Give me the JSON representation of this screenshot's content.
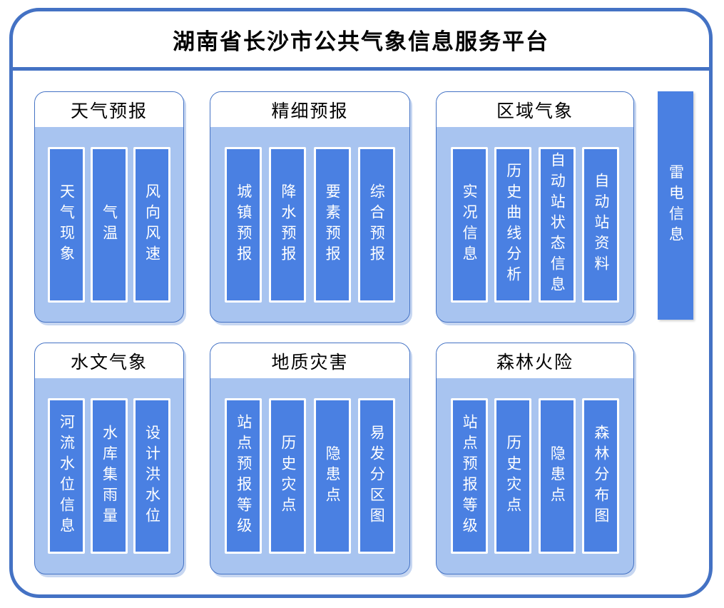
{
  "title": "湖南省长沙市公共气象信息服务平台",
  "panels": [
    {
      "header": "天气预报",
      "items": [
        "天气现象",
        "气温",
        "风向风速"
      ]
    },
    {
      "header": "精细预报",
      "items": [
        "城镇预报",
        "降水预报",
        "要素预报",
        "综合预报"
      ]
    },
    {
      "header": "区域气象",
      "items": [
        "实况信息",
        "历史曲线分析",
        "自动站状态信息",
        "自动站资料"
      ]
    },
    {
      "header": "水文气象",
      "items": [
        "河流水位信息",
        "水库集雨量",
        "设计洪水位"
      ]
    },
    {
      "header": "地质灾害",
      "items": [
        "站点预报等级",
        "历史灾点",
        "隐患点",
        "易发分区图"
      ]
    },
    {
      "header": "森林火险",
      "items": [
        "站点预报等级",
        "历史灾点",
        "隐患点",
        "森林分布图"
      ]
    }
  ],
  "side_item": {
    "label": "雷电信息"
  },
  "colors": {
    "frame_border": "#4472c4",
    "panel_border": "#4472c4",
    "panel_body": "#a8c4f0",
    "bar_fill": "#4a80e2",
    "bar_border": "#ffffff",
    "title_text": "#000000",
    "bar_text": "#ffffff"
  }
}
